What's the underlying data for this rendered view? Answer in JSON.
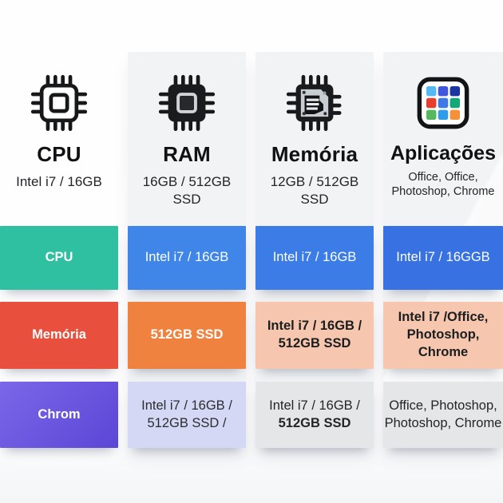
{
  "header": {
    "columns": [
      {
        "icon": "cpu-chip-outline-icon",
        "title": "CPU",
        "subtitle": "Intel i7 / 16GB"
      },
      {
        "icon": "ram-chip-filled-icon",
        "title": "RAM",
        "subtitle": "16GB / 512GB SSD"
      },
      {
        "icon": "memory-chip-icon",
        "title": "Memória",
        "subtitle": "12GB / 512GB SSD"
      },
      {
        "icon": "apps-grid-icon",
        "title": "Aplicações",
        "subtitle": "Office, Office,\nPhotoshop, Chrome"
      }
    ]
  },
  "rows": [
    {
      "cells": [
        {
          "lines": [
            "CPU"
          ],
          "bg": "#2fc0a1",
          "fg": "#ffffff",
          "weight": "bold"
        },
        {
          "lines": [
            "Intel i7 / 16GB"
          ],
          "bg": "#3f86e8",
          "fg": "#ffffff",
          "weight": "normal"
        },
        {
          "lines": [
            "Intel i7 / 16GB"
          ],
          "bg": "#3b7ce6",
          "fg": "#ffffff",
          "weight": "normal"
        },
        {
          "lines": [
            "Intel i7 / 16GGB"
          ],
          "bg": "#3872e2",
          "fg": "#ffffff",
          "weight": "normal"
        }
      ]
    },
    {
      "cells": [
        {
          "lines": [
            "Memória"
          ],
          "bg": "#e84f3c",
          "fg": "#ffffff",
          "weight": "bold"
        },
        {
          "lines": [
            "512GB SSD"
          ],
          "bg": "#f0823f",
          "fg": "#ffffff",
          "weight": "bold"
        },
        {
          "lines": [
            "Intel i7 / 16GB /",
            "512GB SSD"
          ],
          "bg": "#f6c7ae",
          "fg": "#1b1d1f",
          "weight": "bold"
        },
        {
          "lines": [
            "Intel i7 /Office,",
            "Photoshop, Chrome"
          ],
          "bg": "#f6c7ae",
          "fg": "#1b1d1f",
          "weight": "bold"
        }
      ]
    },
    {
      "cells": [
        {
          "lines": [
            "Chrom"
          ],
          "bg": "#7b67e8",
          "bg2": "#5b46d6",
          "fg": "#ffffff",
          "weight": "bold"
        },
        {
          "lines": [
            "Intel i7 / 16GB /",
            "512GB SSD /"
          ],
          "bg": "#d5d8f4",
          "fg": "#2a2c30",
          "weight": "normal"
        },
        {
          "lines": [
            "Intel i7 / 16GB /",
            "512GB SSD"
          ],
          "bg": "#e4e6e8",
          "fg": "#232527",
          "weight": "normal",
          "line_weights": [
            "normal",
            "bold"
          ]
        },
        {
          "lines": [
            "Office, Photoshop,",
            "Photoshop, Chrome"
          ],
          "bg": "#e4e6e8",
          "fg": "#232527",
          "weight": "normal"
        }
      ]
    }
  ],
  "colors": {
    "panel": "#f2f3f5",
    "page_bg": "#fdfdfd",
    "title_text": "#0f1113",
    "subtitle_text": "#232528"
  },
  "icons": {
    "app_grid_colors": [
      [
        "#55b8f0",
        "#4256dd",
        "#1d35a0"
      ],
      [
        "#e83d2c",
        "#3c78e8",
        "#13a878"
      ],
      [
        "#55b85f",
        "#2f9ceb",
        "#f5913a"
      ]
    ]
  }
}
